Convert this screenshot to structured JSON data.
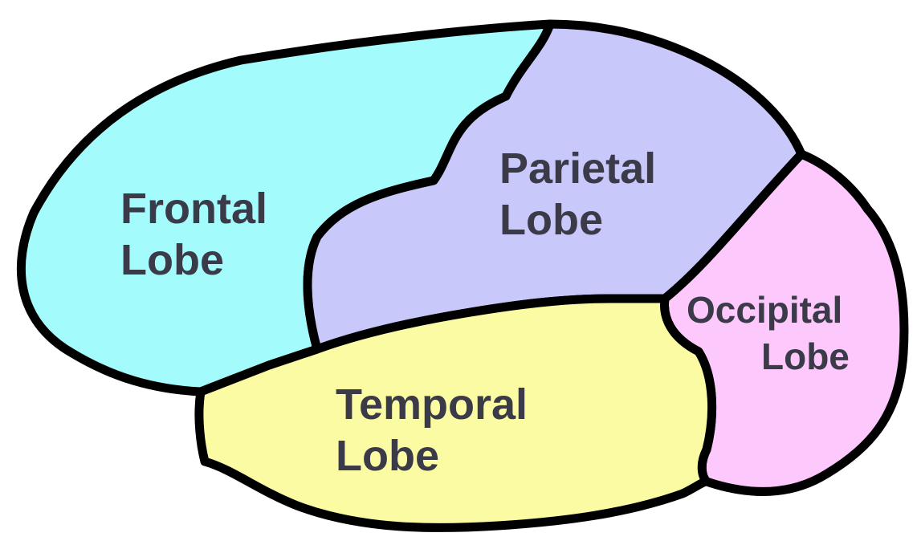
{
  "diagram": {
    "lobes": {
      "frontal": {
        "line1": "Frontal",
        "line2": "Lobe",
        "color": "#a3fbfb"
      },
      "parietal": {
        "line1": "Parietal",
        "line2": "Lobe",
        "color": "#c8c8fa"
      },
      "occipital": {
        "line1": "Occipital",
        "line2": "Lobe",
        "color": "#fdc8fb"
      },
      "temporal": {
        "line1": "Temporal",
        "line2": "Lobe",
        "color": "#fbfba4"
      }
    },
    "outline_color": "#000000",
    "label_color": "#3a3a48"
  }
}
